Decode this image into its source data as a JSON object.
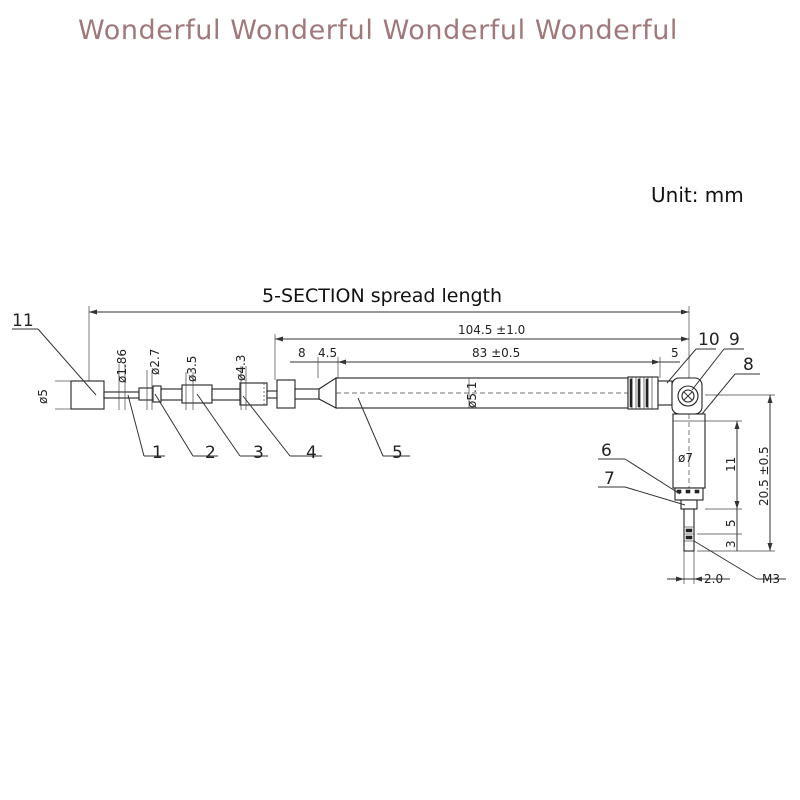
{
  "banner": "Wonderful Wonderful Wonderful Wonderful",
  "unit": "Unit: mm",
  "heading": "5-SECTION spread length",
  "dimensions": {
    "section_length": "104.5 ±1.0",
    "tube_length": "83 ±0.5",
    "offset_a": "8",
    "offset_b": "4.5",
    "offset_c": "5",
    "d_tip": "ø5",
    "d_1": "ø1.86",
    "d_2": "ø2.7",
    "d_3": "ø3.5",
    "d_4": "ø4.3",
    "d_5": "ø5.1",
    "d_7": "ø7",
    "h_11": "11",
    "h_total": "20.5 ±0.5",
    "h_5": "5",
    "h_3": "3",
    "w_2": "2.0",
    "thread": "M3"
  },
  "part_numbers": [
    "1",
    "2",
    "3",
    "4",
    "5",
    "6",
    "7",
    "8",
    "9",
    "10",
    "11"
  ]
}
